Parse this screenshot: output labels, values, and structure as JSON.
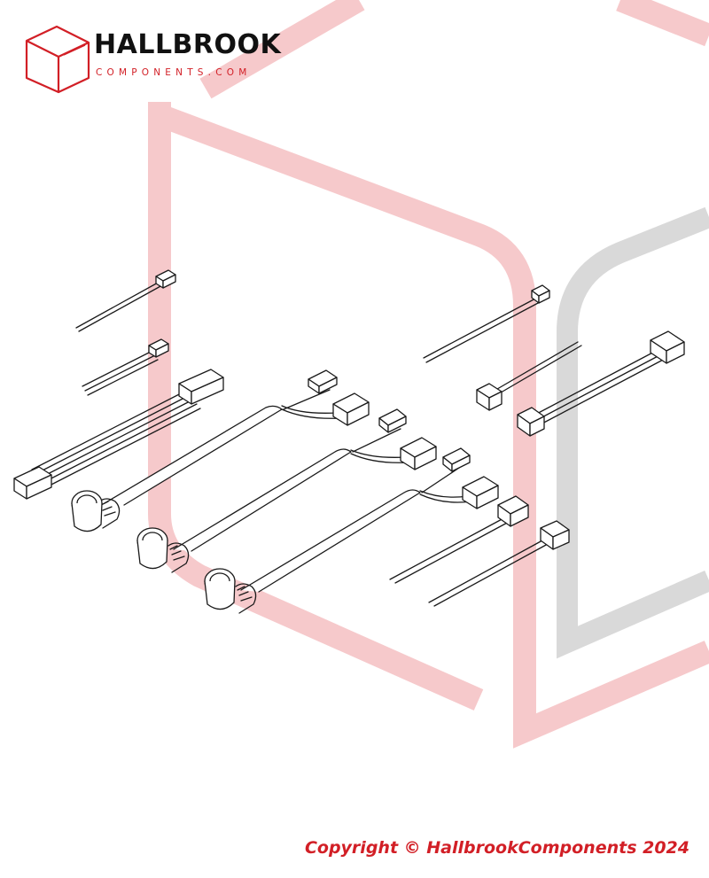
{
  "brand": {
    "name": "HALLBROOK",
    "subtitle": "COMPONENTS.COM",
    "accent_color": "#d21f26",
    "watermark_red": "#f6c9cb",
    "watermark_grey": "#d9d9d9",
    "icon": "cube-logo-icon"
  },
  "footer": {
    "copyright": "Copyright © HallbrookComponents 2024"
  },
  "diagram": {
    "parts": [
      "wire-lead-single",
      "wire-lead-twin",
      "ribbon-harness-4way",
      "circular-connector-cable-1",
      "circular-connector-cable-2",
      "circular-connector-cable-3",
      "wire-lead-long",
      "twin-lead-block-end",
      "twin-lead-block-end-2",
      "twin-lead-pair-1",
      "twin-lead-pair-2"
    ]
  }
}
